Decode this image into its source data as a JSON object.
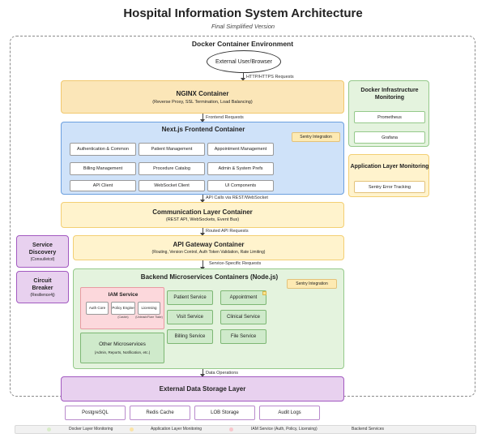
{
  "title": "Hospital Information System Architecture",
  "subtitle": "Final Simplified Version",
  "docker_env_label": "Docker Container Environment",
  "user_label": "External User/Browser",
  "edges": {
    "http": "HTTP/HTTPS Requests",
    "frontend": "Frontend Requests",
    "api_calls": "API Calls via REST/WebSocket",
    "routed": "Routed API Requests",
    "service_specific": "Service-Specific Requests",
    "data_ops": "Data Operations"
  },
  "nginx": {
    "title": "NGINX Container",
    "subtitle": "(Reverse Proxy, SSL Termination, Load Balancing)"
  },
  "frontend": {
    "title": "Next.js Frontend Container",
    "sentry": "Sentry Integration",
    "modules": [
      "Authentication & Common",
      "Patient Management",
      "Appointment Management",
      "Billing Management",
      "Procedure Catalog",
      "Admin & System Prefs",
      "API Client",
      "WebSocket Client",
      "UI Components"
    ]
  },
  "docker_monitoring": {
    "title": "Docker Infrastructure Monitoring",
    "items": [
      "Prometheus",
      "Grafana"
    ]
  },
  "app_monitoring": {
    "title": "Application Layer Monitoring",
    "items": [
      "Sentry Error Tracking"
    ]
  },
  "communication": {
    "title": "Communication Layer Container",
    "subtitle": "(REST API, WebSockets, Event Bus)"
  },
  "service_discovery": {
    "title": "Service Discovery",
    "subtitle": "(Consul/etcd)"
  },
  "circuit_breaker": {
    "title": "Circuit Breaker",
    "subtitle": "(Resilience4j)"
  },
  "gateway": {
    "title": "API Gateway Container",
    "subtitle": "(Routing, Version Control, Auth Token Validation, Rate Limiting)"
  },
  "backend": {
    "title": "Backend Microservices Containers (Node.js)",
    "sentry": "Sentry Integration",
    "iam": {
      "title": "IAM Service",
      "parts": [
        {
          "label": "Auth Core",
          "note": ""
        },
        {
          "label": "Policy Engine",
          "note": "(Casbin)"
        },
        {
          "label": "Licensing",
          "note": "(Unleash/Flare Tlake)"
        }
      ]
    },
    "services": [
      "Patient Service",
      "Appointment",
      "Visit Service",
      "Clinical Service",
      "Billing Service",
      "File Service"
    ],
    "other": {
      "title": "Other Microservices",
      "subtitle": "(Admin, Reports, Notification, etc.)"
    }
  },
  "storage": {
    "title": "External Data Storage Layer",
    "items": [
      "PostgreSQL",
      "Redis Cache",
      "LOB Storage",
      "Audit Logs"
    ]
  },
  "legend": {
    "items": [
      {
        "label": "Docker Layer Monitoring",
        "color": "#d8ecc9"
      },
      {
        "label": "Application Layer Monitoring",
        "color": "#fbe3a6"
      },
      {
        "label": "IAM Service (Auth, Policy, Licensing)",
        "color": "#f8c6cc"
      },
      {
        "label": "Backend Services",
        "color": "#f1f1f1"
      }
    ]
  }
}
